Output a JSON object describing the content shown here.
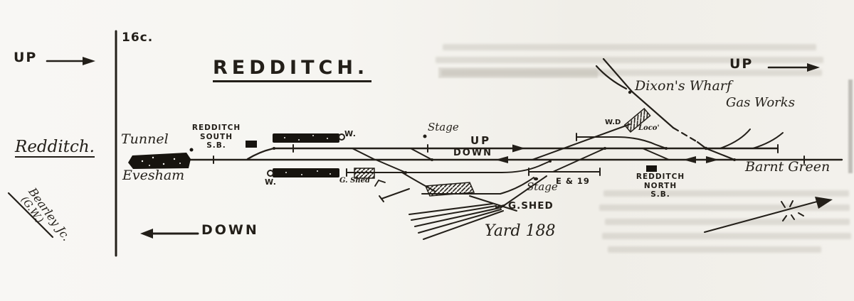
{
  "figure": {
    "ref": "16c.",
    "title": "REDDITCH."
  },
  "margin": {
    "up": "UP",
    "station": "Redditch.",
    "branch_line1": "Bearley Jc.",
    "branch_line2": "(G.W.)",
    "down": "DOWN"
  },
  "labels": {
    "tunnel": "Tunnel",
    "evesham": "Evesham",
    "south_box": [
      "REDDITCH",
      "SOUTH",
      "S.B."
    ],
    "north_box": [
      "REDDITCH",
      "NORTH",
      "S.B."
    ],
    "w_upper": "W.",
    "w_lower": "W.",
    "stage_upper": "Stage",
    "stage_lower": "Stage",
    "up_line": "UP",
    "down_line": "DOWN",
    "up_right": "UP",
    "g_shed_small": "G. Shed",
    "g_shed_main": "G.SHED",
    "e_and_19": "E & 19",
    "yard": "Yard 188",
    "wd": "W.D",
    "loco": "Loco'",
    "dixons_wharf": "Dixon's Wharf",
    "gas_works": "Gas Works",
    "barnt_green": "Barnt Green"
  },
  "colors": {
    "paper": "#f6f5f1",
    "ink": "#231f19"
  }
}
